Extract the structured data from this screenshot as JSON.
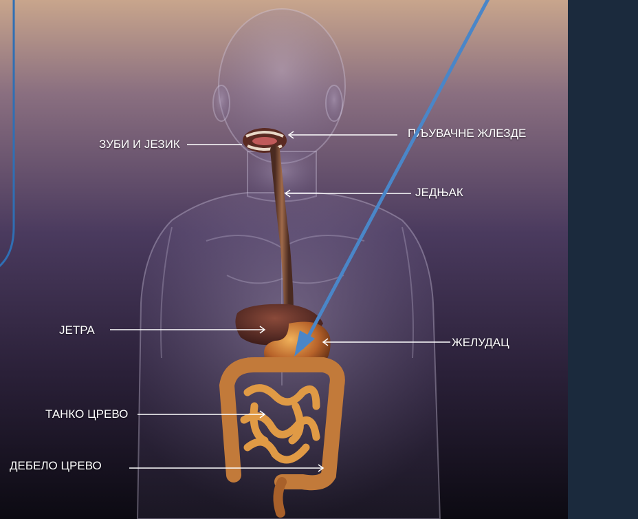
{
  "labels": {
    "teeth_tongue": "ЗУБИ И ЈЕЗИК",
    "salivary_glands": "ПЉУВАЧНЕ  ЖЛЕЗДЕ",
    "esophagus": "ЈЕДЊАК",
    "liver": "ЈЕТРА",
    "stomach": "ЖЕЛУДАЦ",
    "small_intestine": "ТАНКО ЦРЕВО",
    "large_intestine": "ДЕБЕЛО ЦРЕВО"
  },
  "colors": {
    "background_top": "#c8a58c",
    "background_bottom": "#0c0a12",
    "side_panel": "#1b2a3d",
    "callout_border": "#2f6fb4",
    "arrow": "#4a86c8",
    "label_text": "#ffffff"
  }
}
